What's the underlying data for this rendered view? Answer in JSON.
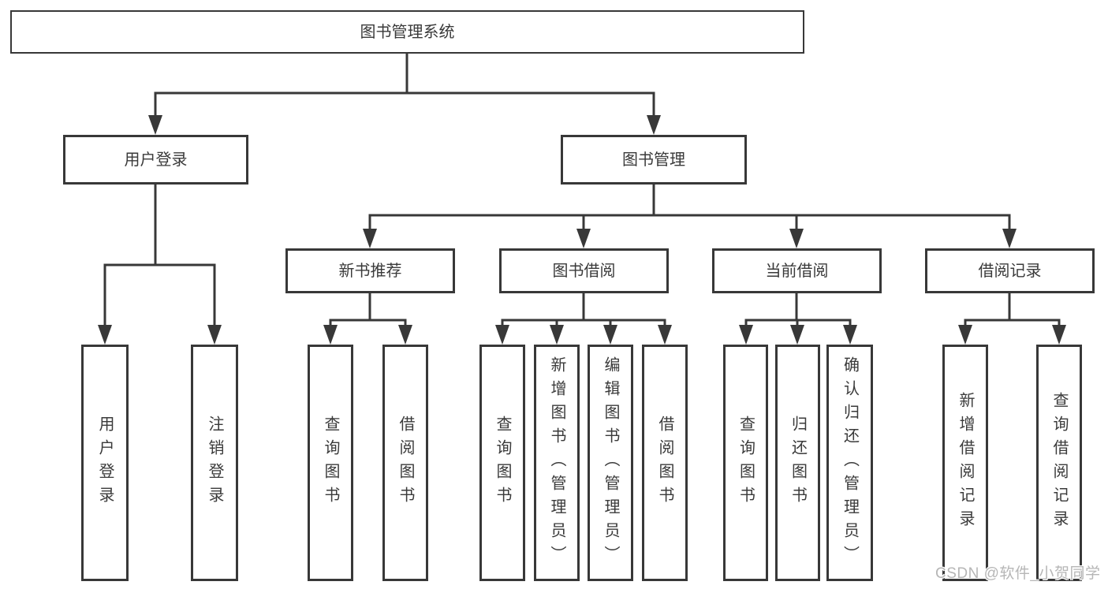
{
  "diagram": {
    "title_node": {
      "label": "图书管理系统"
    },
    "branches": [
      {
        "id": "user-login",
        "label": "用户登录"
      },
      {
        "id": "book-management",
        "label": "图书管理"
      }
    ],
    "modules": [
      {
        "id": "new-book-recommend",
        "label": "新书推荐",
        "parent": "图书管理"
      },
      {
        "id": "book-borrow",
        "label": "图书借阅",
        "parent": "图书管理"
      },
      {
        "id": "current-borrow",
        "label": "当前借阅",
        "parent": "图书管理"
      },
      {
        "id": "borrow-records",
        "label": "借阅记录",
        "parent": "图书管理"
      }
    ],
    "leaves": [
      {
        "label": "用户登录",
        "parent": "用户登录"
      },
      {
        "label": "注销登录",
        "parent": "用户登录"
      },
      {
        "label": "查询图书",
        "parent": "新书推荐"
      },
      {
        "label": "借阅图书",
        "parent": "新书推荐"
      },
      {
        "label": "查询图书",
        "parent": "图书借阅"
      },
      {
        "label": "新增图书（管理员）",
        "parent": "图书借阅"
      },
      {
        "label": "编辑图书（管理员）",
        "parent": "图书借阅"
      },
      {
        "label": "借阅图书",
        "parent": "图书借阅"
      },
      {
        "label": "查询图书",
        "parent": "当前借阅"
      },
      {
        "label": "归还图书",
        "parent": "当前借阅"
      },
      {
        "label": "确认归还（管理员）",
        "parent": "当前借阅"
      },
      {
        "label": "新增借阅记录",
        "parent": "借阅记录"
      },
      {
        "label": "查询借阅记录",
        "parent": "借阅记录"
      }
    ]
  },
  "watermark": {
    "text": "CSDN @软件_小贺同学"
  },
  "colors": {
    "line": "#383838",
    "text": "#3a3a3a",
    "watermark": "#b6b6b6",
    "background": "#ffffff"
  }
}
